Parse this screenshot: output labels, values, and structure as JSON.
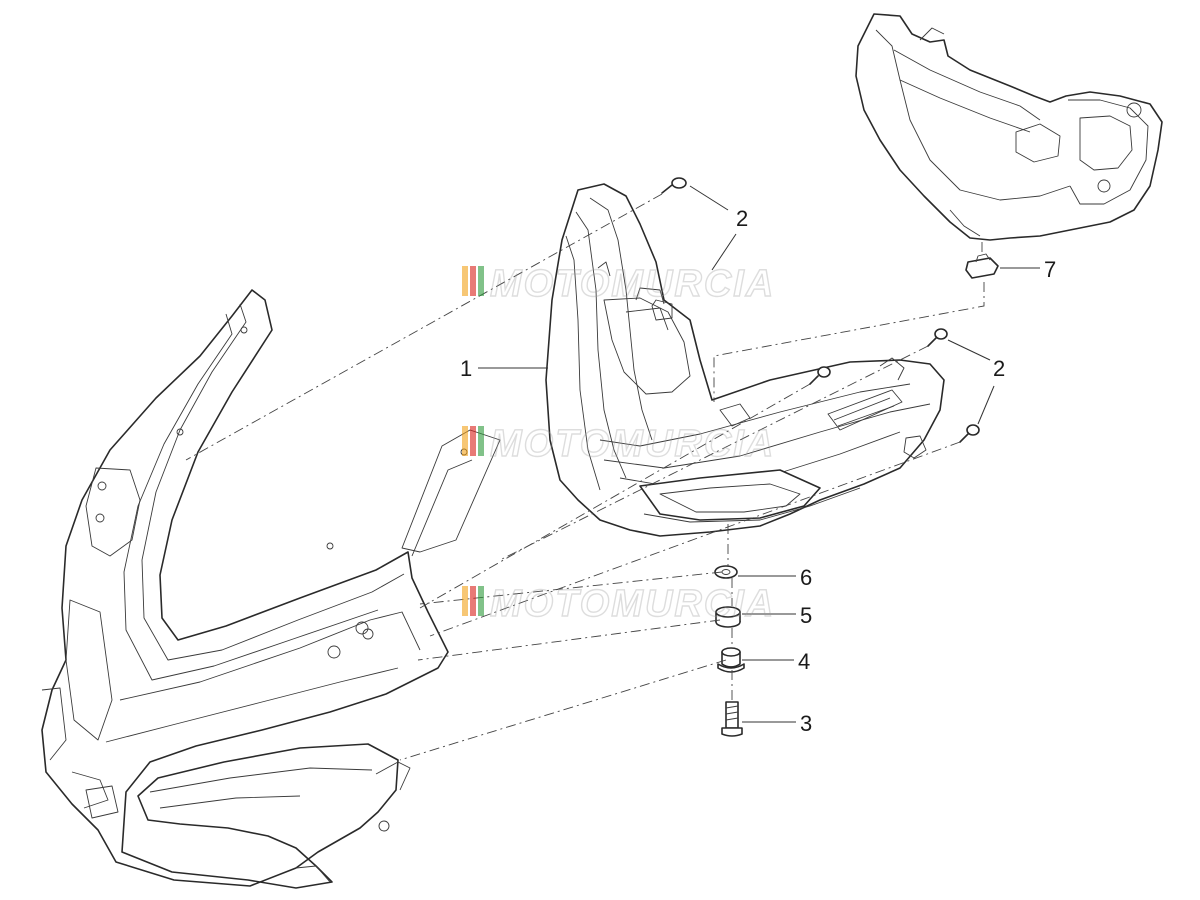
{
  "callouts": [
    {
      "id": "c1",
      "label": "1"
    },
    {
      "id": "c2a",
      "label": "2"
    },
    {
      "id": "c2b",
      "label": "2"
    },
    {
      "id": "c3",
      "label": "3"
    },
    {
      "id": "c4",
      "label": "4"
    },
    {
      "id": "c5",
      "label": "5"
    },
    {
      "id": "c6",
      "label": "6"
    },
    {
      "id": "c7",
      "label": "7"
    }
  ],
  "watermark": {
    "text": "MOTOMURCIA",
    "colors": [
      "#f2a21b",
      "#d9221c",
      "#2e9a3b"
    ]
  },
  "colors": {
    "line": "#2a2a2a",
    "background": "#ffffff"
  }
}
